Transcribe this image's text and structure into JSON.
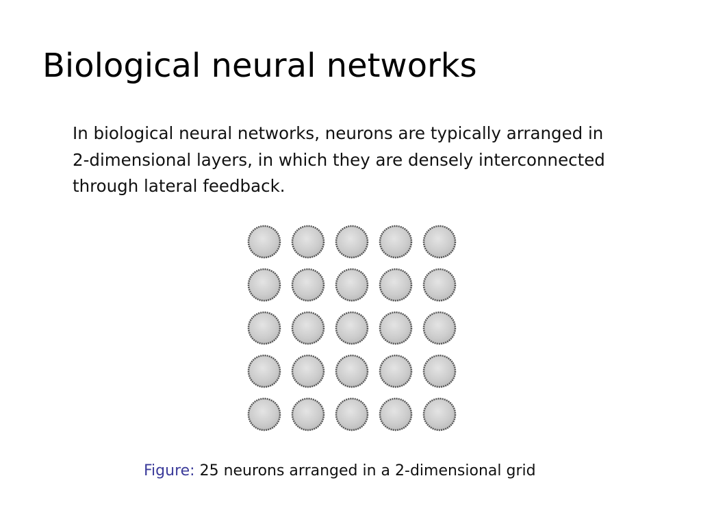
{
  "slide": {
    "title": "Biological neural networks"
  },
  "body": {
    "lines": [
      "In biological neural networks, neurons are typically arranged in",
      "2-dimensional layers, in which they are densely interconnected",
      "through lateral feedback."
    ]
  },
  "figure": {
    "rows": 5,
    "cols": 5,
    "neuron_fill": "#cfcfcf",
    "neuron_stroke": "#555555",
    "caption_label": "Figure:",
    "caption_text": "25 neurons arranged in a 2-dimensional grid",
    "caption_label_color": "#3b3b9a"
  }
}
